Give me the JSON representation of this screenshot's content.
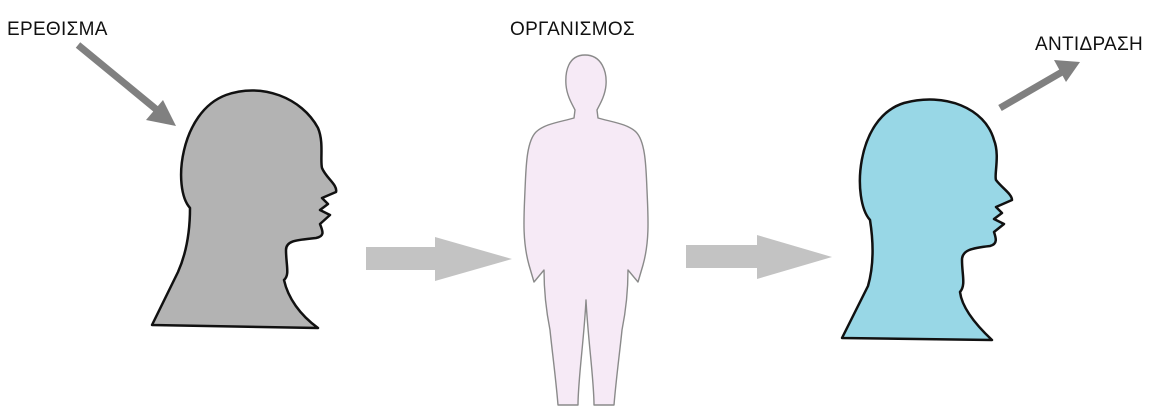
{
  "labels": {
    "stimulus": "ΕΡΕΘΙΣΜΑ",
    "organism": "ΟΡΓΑΝΙΣΜΟΣ",
    "response": "ΑΝΤΙΔΡΑΣΗ"
  },
  "colors": {
    "stimulus_head": "#b3b3b3",
    "response_head": "#98d7e6",
    "organism_body": "#f6eaf6",
    "arrow_dark": "#808080",
    "arrow_light": "#c3c3c3",
    "outline": "#111111"
  },
  "icons": {
    "stimulus_head": "head-profile-icon",
    "organism": "human-body-icon",
    "response_head": "head-profile-icon"
  }
}
